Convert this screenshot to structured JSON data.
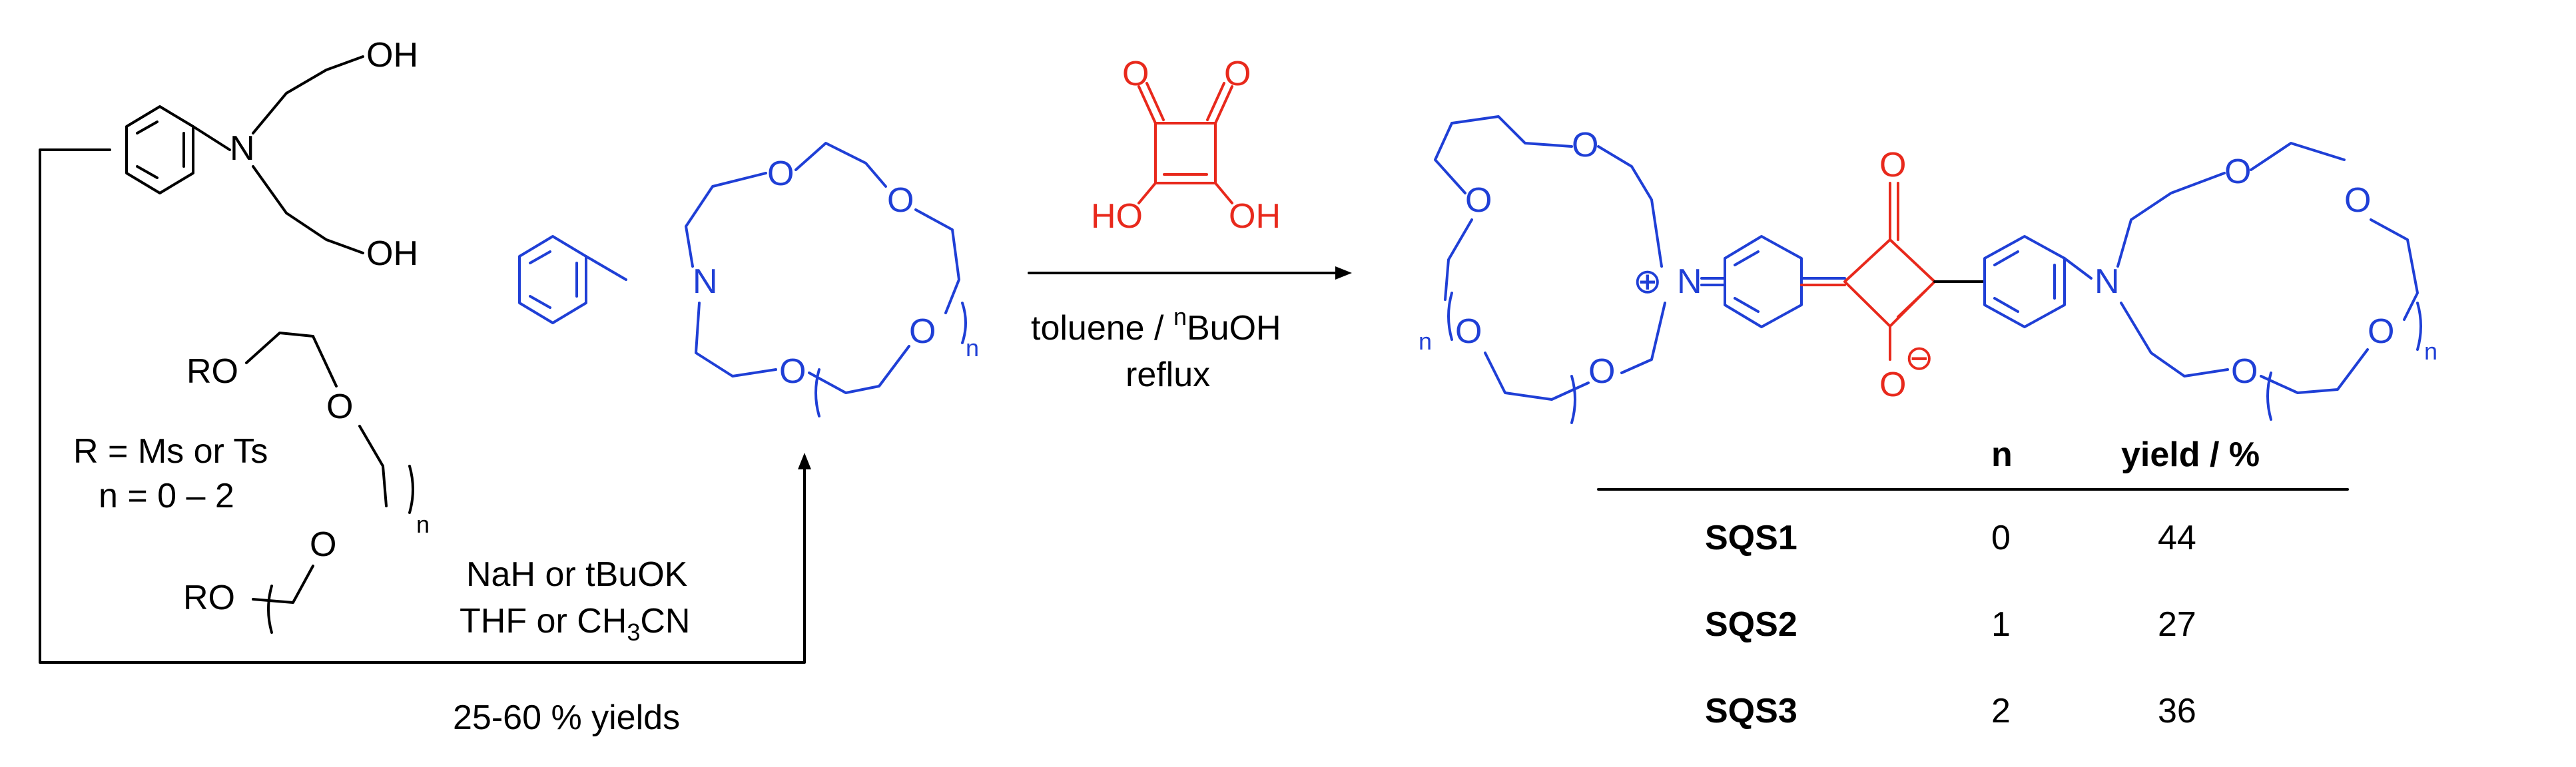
{
  "start_material": {
    "oh_top": "OH",
    "oh_bottom": "OH",
    "n_atom": "N"
  },
  "reagent": {
    "ro_top": "RO",
    "ro_bottom": "RO",
    "o_mid": "O",
    "o_low": "O",
    "n_sub": "n",
    "r_def": "R = Ms or Ts",
    "n_def": "n = 0 – 2"
  },
  "step1": {
    "base": "NaH or tBuOK",
    "solvent_pre": "THF or CH",
    "solvent_sub": "3",
    "solvent_post": "CN",
    "yields": "25-60 % yields"
  },
  "crown": {
    "n_atom": "N",
    "o": "O",
    "n_sub": "n"
  },
  "squaric_acid": {
    "o": "O",
    "oh_left": "HO",
    "oh_right": "OH"
  },
  "step2": {
    "solvent_pre": "toluene / ",
    "solvent_sup": "n",
    "solvent_post": "BuOH",
    "condition": "reflux"
  },
  "product": {
    "plus": "⊕",
    "minus": "⊖",
    "n_atom": "N",
    "o": "O",
    "n_sub": "n"
  },
  "table": {
    "headers": [
      "",
      "n",
      "yield / %"
    ],
    "rows": [
      {
        "name": "SQS1",
        "n": "0",
        "yield": "44"
      },
      {
        "name": "SQS2",
        "n": "1",
        "yield": "27"
      },
      {
        "name": "SQS3",
        "n": "2",
        "yield": "36"
      }
    ]
  },
  "colors": {
    "crown": "#1f3fd6",
    "squaraine_core": "#e8291c",
    "reagent": "#000000"
  }
}
